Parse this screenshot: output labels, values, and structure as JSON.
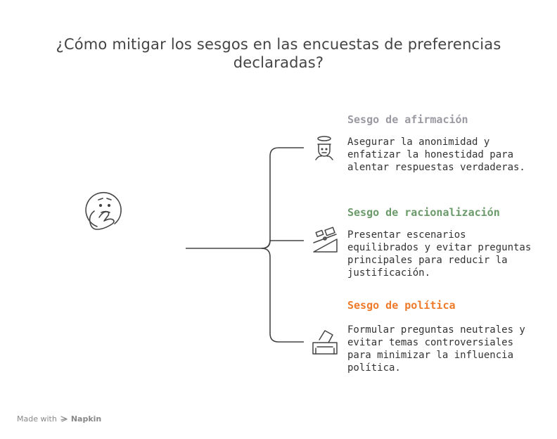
{
  "title": "¿Cómo mitigar los sesgos en las encuestas de preferencias declaradas?",
  "central_icon": "thinking-face-icon",
  "colors": {
    "line": "#444444",
    "branch1": "#9a9aa2",
    "branch2": "#6a9a6a",
    "branch3": "#ee7a2a"
  },
  "branches": [
    {
      "title": "Sesgo de afirmación",
      "description": "Asegurar la anonimidad y enfatizar la honestidad para alentar respuestas verdaderas.",
      "icon": "angel-person-icon"
    },
    {
      "title": "Sesgo de racionalización",
      "description": "Presentar escenarios equilibrados y evitar preguntas principales para reducir la justificación.",
      "icon": "seesaw-scale-icon"
    },
    {
      "title": "Sesgo de política",
      "description": "Formular preguntas neutrales y evitar temas controversiales para minimizar la influencia política.",
      "icon": "ballot-box-icon"
    }
  ],
  "footer": {
    "prefix": "Made with",
    "brand": "Napkin"
  }
}
